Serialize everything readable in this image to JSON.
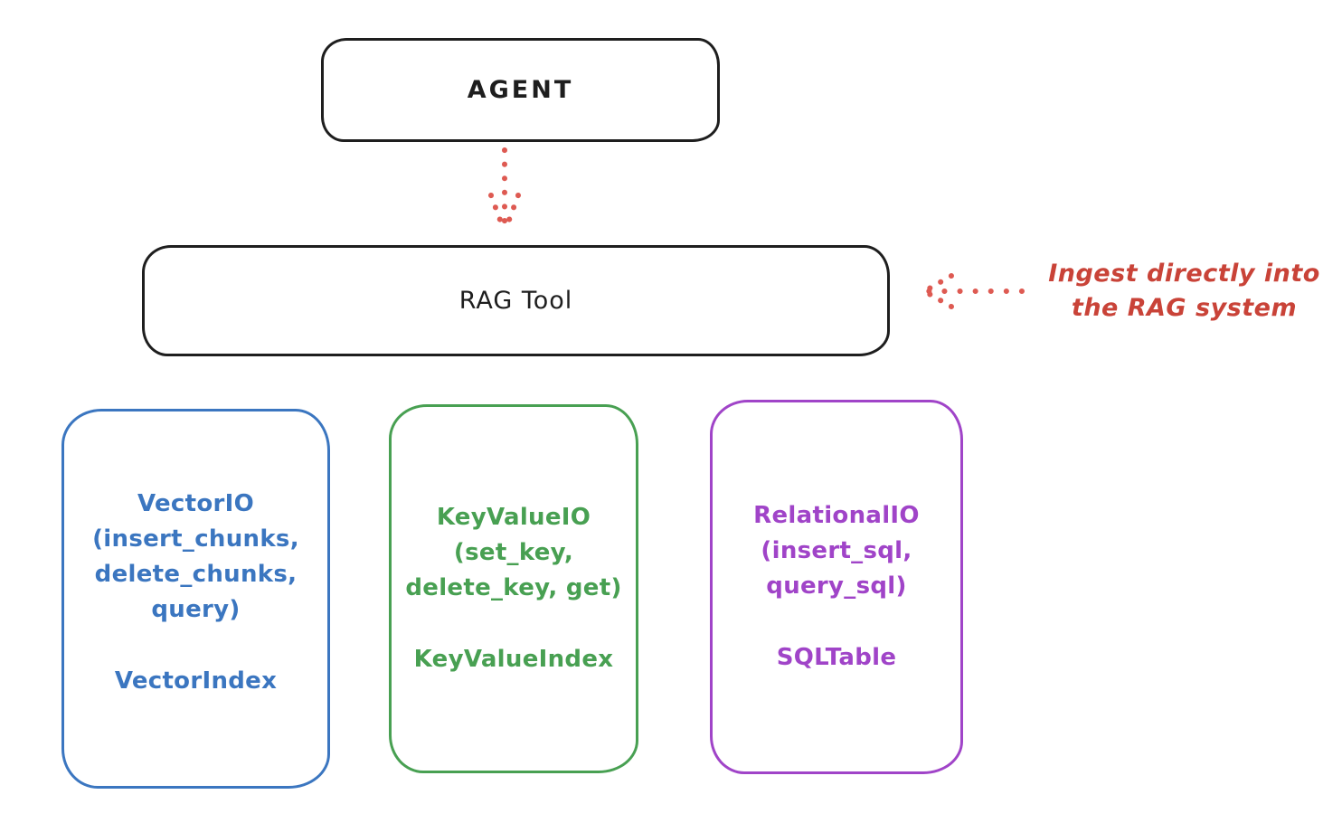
{
  "colors": {
    "stroke_black": "#1e1e1e",
    "annotation_red": "#c94338",
    "arrow_red": "#de5a52",
    "vector_blue": "#3b76c0",
    "keyvalue_green": "#48a052",
    "relational_purple": "#a044c8",
    "background": "#ffffff"
  },
  "agent": {
    "label": "AGENT"
  },
  "rag_tool": {
    "label": "RAG Tool"
  },
  "annotation": {
    "line1": "Ingest directly into",
    "line2": "the RAG system"
  },
  "arrows": [
    {
      "name": "agent-to-rag-tool",
      "style": "dotted",
      "direction": "down"
    },
    {
      "name": "annotation-to-rag-tool",
      "style": "dotted",
      "direction": "left"
    }
  ],
  "io_boxes": [
    {
      "title": "VectorIO",
      "method_lines": [
        "(insert_chunks,",
        "delete_chunks,",
        "query)"
      ],
      "index_label": "VectorIndex",
      "color": "#3b76c0"
    },
    {
      "title": "KeyValueIO",
      "method_lines": [
        "(set_key,",
        "delete_key, get)"
      ],
      "index_label": "KeyValueIndex",
      "color": "#48a052"
    },
    {
      "title": "RelationalIO",
      "method_lines": [
        "(insert_sql,",
        "query_sql)"
      ],
      "index_label": "SQLTable",
      "color": "#a044c8"
    }
  ]
}
